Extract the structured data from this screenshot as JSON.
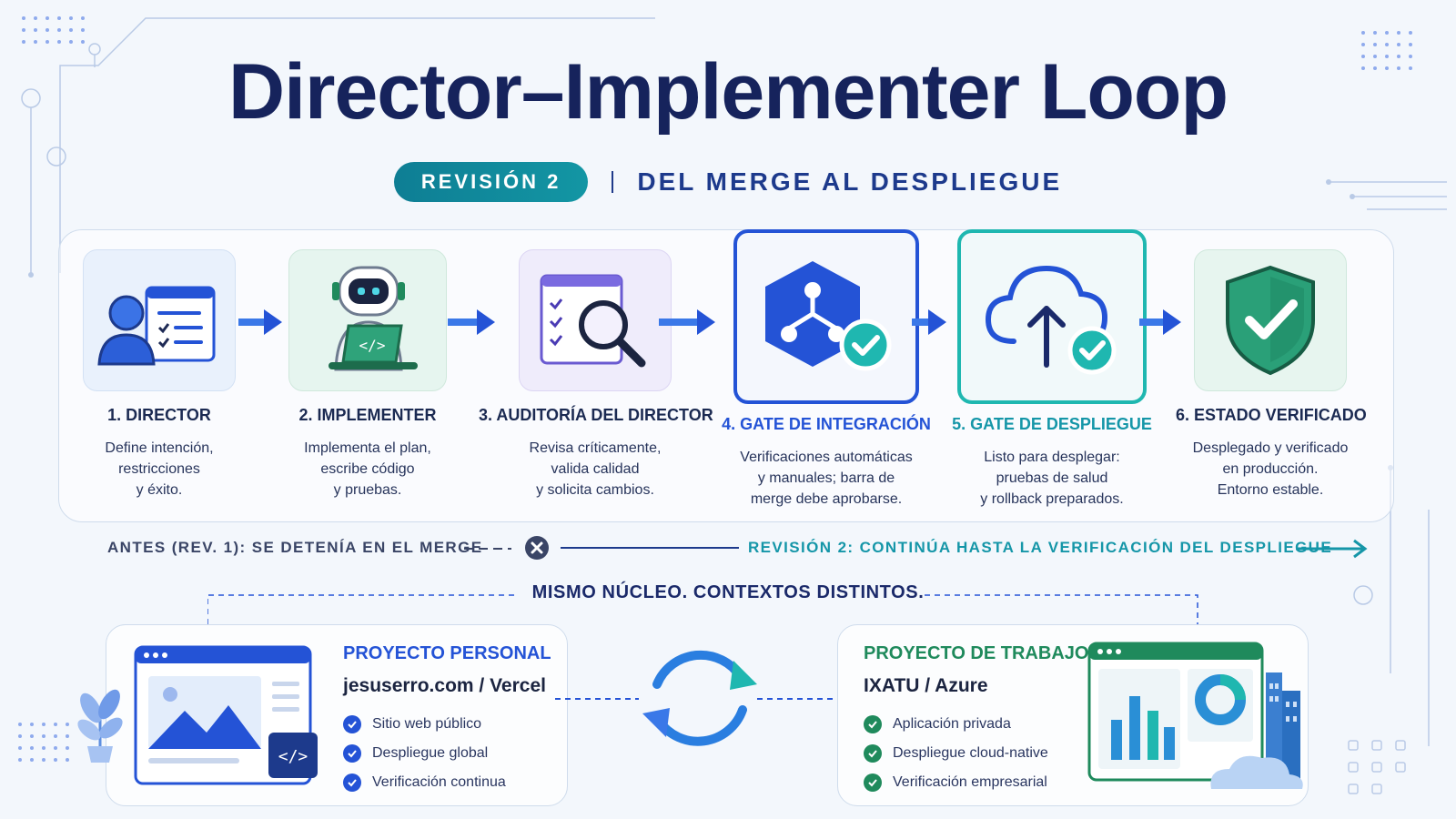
{
  "title": "Director–Implementer Loop",
  "revision_badge": "REVISIÓN 2",
  "subtitle": "DEL MERGE AL DESPLIEGUE",
  "steps": [
    {
      "label": "1. DIRECTOR",
      "desc": [
        "Define intención,",
        "restricciones",
        "y éxito."
      ],
      "icon": "director-icon"
    },
    {
      "label": "2. IMPLEMENTER",
      "desc": [
        "Implementa el plan,",
        "escribe código",
        "y pruebas."
      ],
      "icon": "robot-laptop-icon"
    },
    {
      "label": "3. AUDITORÍA DEL DIRECTOR",
      "desc": [
        "Revisa críticamente,",
        "valida calidad",
        "y solicita cambios."
      ],
      "icon": "audit-magnifier-icon"
    },
    {
      "label": "4. GATE DE INTEGRACIÓN",
      "desc": [
        "Verificaciones automáticas",
        "y manuales; barra de",
        "merge debe aprobarse."
      ],
      "icon": "merge-gate-icon"
    },
    {
      "label": "5. GATE DE DESPLIEGUE",
      "desc": [
        "Listo para desplegar:",
        "pruebas de salud",
        "y rollback preparados."
      ],
      "icon": "cloud-upload-icon"
    },
    {
      "label": "6. ESTADO VERIFICADO",
      "desc": [
        "Desplegado y verificado",
        "en producción.",
        "Entorno estable."
      ],
      "icon": "shield-check-icon"
    }
  ],
  "before_text": "ANTES (REV. 1): SE DETENÍA EN EL MERGE",
  "after_text": "REVISIÓN 2: CONTINÚA HASTA LA VERIFICACIÓN DEL DESPLIEGUE",
  "core_title": "MISMO NÚCLEO. CONTEXTOS DISTINTOS.",
  "personal": {
    "title": "PROYECTO PERSONAL",
    "subtitle": "jesuserro.com / Vercel",
    "items": [
      "Sitio web público",
      "Despliegue global",
      "Verificación continua"
    ]
  },
  "work": {
    "title": "PROYECTO DE TRABAJO",
    "subtitle": "IXATU / Azure",
    "items": [
      "Aplicación privada",
      "Despliegue cloud-native",
      "Verificación empresarial"
    ]
  },
  "colors": {
    "navy": "#16235c",
    "blue": "#2453d6",
    "teal": "#1596a8",
    "green": "#1f8a5c"
  }
}
